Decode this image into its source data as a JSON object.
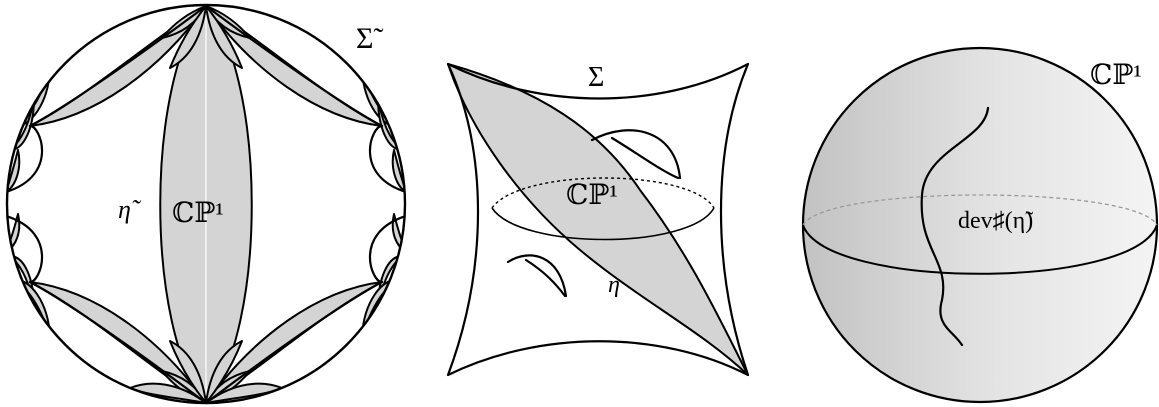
{
  "panels": {
    "universal_cover": {
      "surface_label": "Σ̃",
      "curve_label": "η̃",
      "target_label": "ℂℙ¹"
    },
    "surface": {
      "surface_label": "Σ",
      "target_label": "ℂℙ¹",
      "curve_label": "η"
    },
    "sphere": {
      "sphere_label": "ℂℙ¹",
      "image_label": "dev♯(η̃)"
    }
  },
  "colors": {
    "shade": "#d4d4d4",
    "line": "#000000",
    "sphere_light": "#f2f2f2",
    "sphere_dark": "#c8c8c8"
  }
}
